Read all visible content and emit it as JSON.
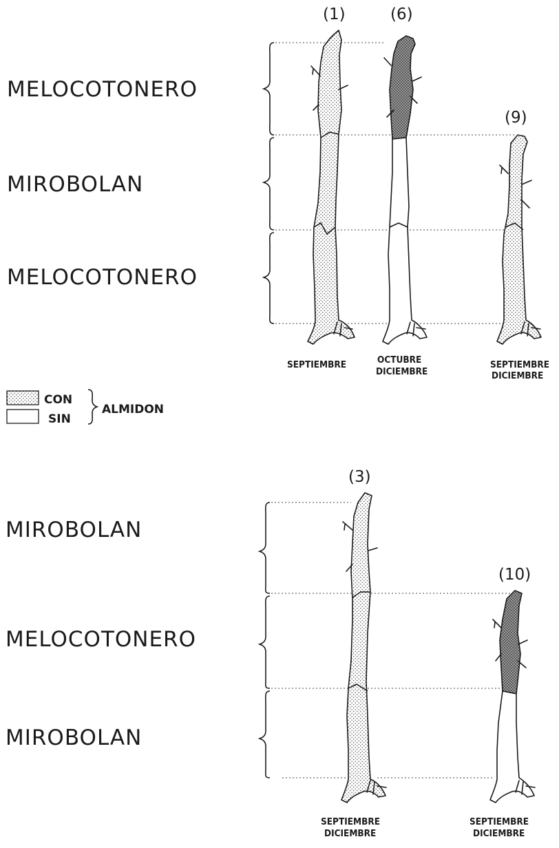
{
  "top_group": {
    "zones": [
      "MELOCOTONERO",
      "MIROBOLAN",
      "MELOCOTONERO"
    ],
    "plants": [
      {
        "id": "(1)",
        "date_line1": "SEPTIEMBRE",
        "date_line2": "",
        "starch": {
          "scion": "con",
          "interstock": "con",
          "rootstock": "con"
        }
      },
      {
        "id": "(6)",
        "date_line1": "OCTUBRE",
        "date_line2": "DICIEMBRE",
        "starch": {
          "scion": "con (denso)",
          "interstock": "sin",
          "rootstock": "sin"
        }
      },
      {
        "id": "(9)",
        "date_line1": "SEPTIEMBRE",
        "date_line2": "DICIEMBRE",
        "starch": {
          "scion": "con",
          "rootstock": "con"
        }
      }
    ]
  },
  "legend": {
    "with_label": "CON",
    "without_label": "SIN",
    "group_label": "ALMIDON"
  },
  "bottom_group": {
    "zones": [
      "MIROBOLAN",
      "MELOCOTONERO",
      "MIROBOLAN"
    ],
    "plants": [
      {
        "id": "(3)",
        "date_line1": "SEPTIEMBRE",
        "date_line2": "DICIEMBRE",
        "starch": {
          "scion": "con",
          "interstock": "con",
          "rootstock": "con"
        }
      },
      {
        "id": "(10)",
        "date_line1": "SEPTIEMBRE",
        "date_line2": "DICIEMBRE",
        "starch": {
          "scion": "con (denso)",
          "rootstock": "sin"
        }
      }
    ]
  },
  "colors": {
    "ink": "#1a1a1a",
    "dots": "#555555",
    "dense_fill": "#8a8a8a"
  }
}
